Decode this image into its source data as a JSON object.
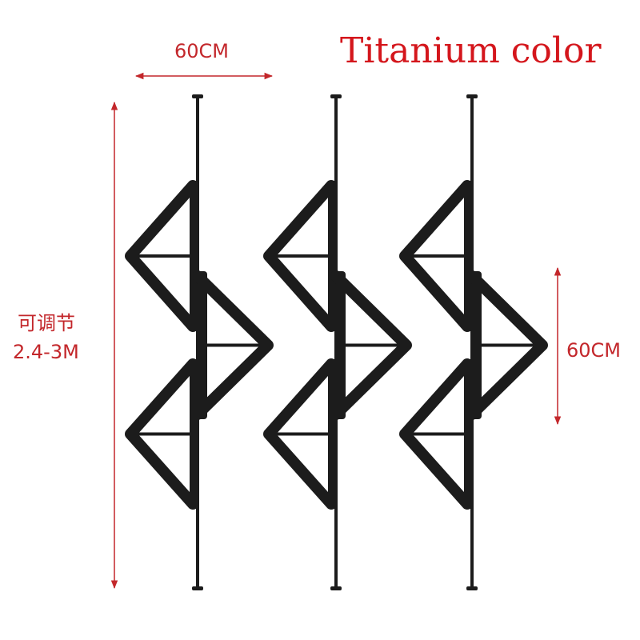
{
  "title": "Titanium color",
  "dimensions": {
    "width_label": "60CM",
    "height_label_cn": "可调节",
    "height_label_range": "2.4-3M",
    "shelf_spacing_label": "60CM"
  },
  "product": {
    "units": 3
  },
  "colors": {
    "annotation": "#c3272b",
    "title": "#d4161c",
    "metal": "#1c1c1c"
  }
}
